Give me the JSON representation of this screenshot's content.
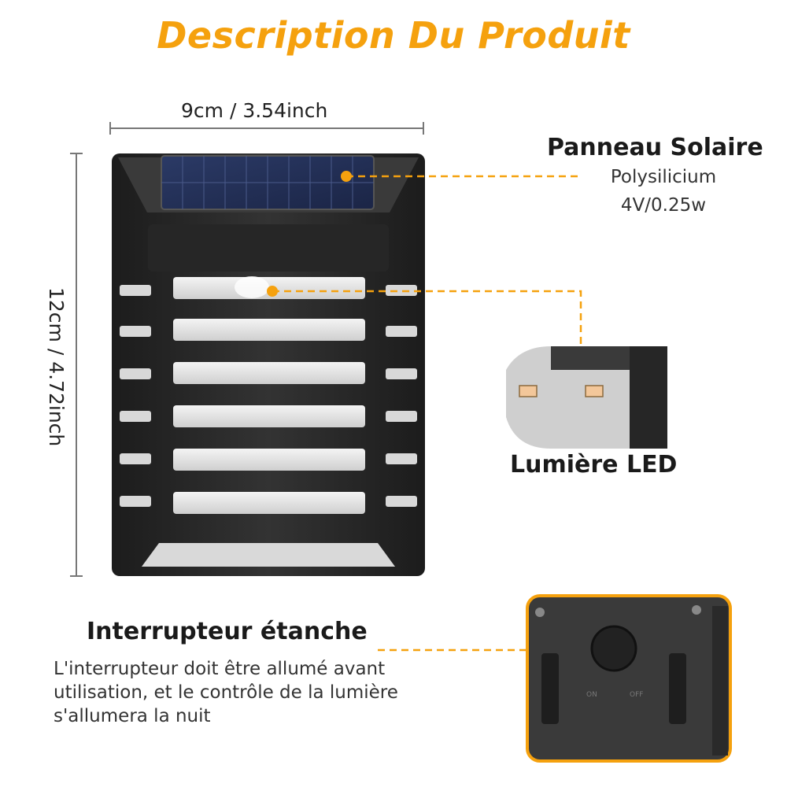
{
  "title": "Description Du Produit",
  "dimensions": {
    "width_label": "9cm / 3.54inch",
    "height_label": "12cm / 4.72inch"
  },
  "solar_panel": {
    "title": "Panneau Solaire",
    "material": "Polysilicium",
    "spec": "4V/0.25w"
  },
  "led": {
    "title": "Lumière LED"
  },
  "switch": {
    "title": "Interrupteur étanche",
    "description_lines": [
      "L'interrupteur doit être allumé avant",
      "utilisation, et le contrôle de la lumière",
      "s'allumera la nuit"
    ],
    "on_label": "ON",
    "off_label": "OFF"
  },
  "colors": {
    "accent": "#f5a10e",
    "body": "#2a2a2a"
  }
}
